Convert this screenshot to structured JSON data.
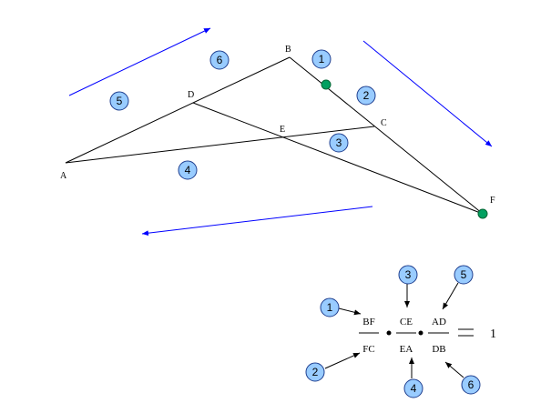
{
  "points": {
    "A": "A",
    "B": "B",
    "C": "C",
    "D": "D",
    "E": "E",
    "F": "F"
  },
  "regions": [
    "1",
    "2",
    "3",
    "4",
    "5",
    "6"
  ],
  "equation": {
    "ratio1": {
      "numerator": "BF",
      "denominator": "FC"
    },
    "ratio2": {
      "numerator": "CE",
      "denominator": "EA"
    },
    "ratio3": {
      "numerator": "AD",
      "denominator": "DB"
    },
    "equals": "=",
    "result": "1",
    "callouts": [
      "1",
      "2",
      "3",
      "4",
      "5",
      "6"
    ]
  },
  "colors": {
    "line": "#000000",
    "arrow": "#0000ff",
    "circle_fill": "#99ccff",
    "circle_stroke": "#1f3f8f",
    "dot": "#00a060"
  }
}
